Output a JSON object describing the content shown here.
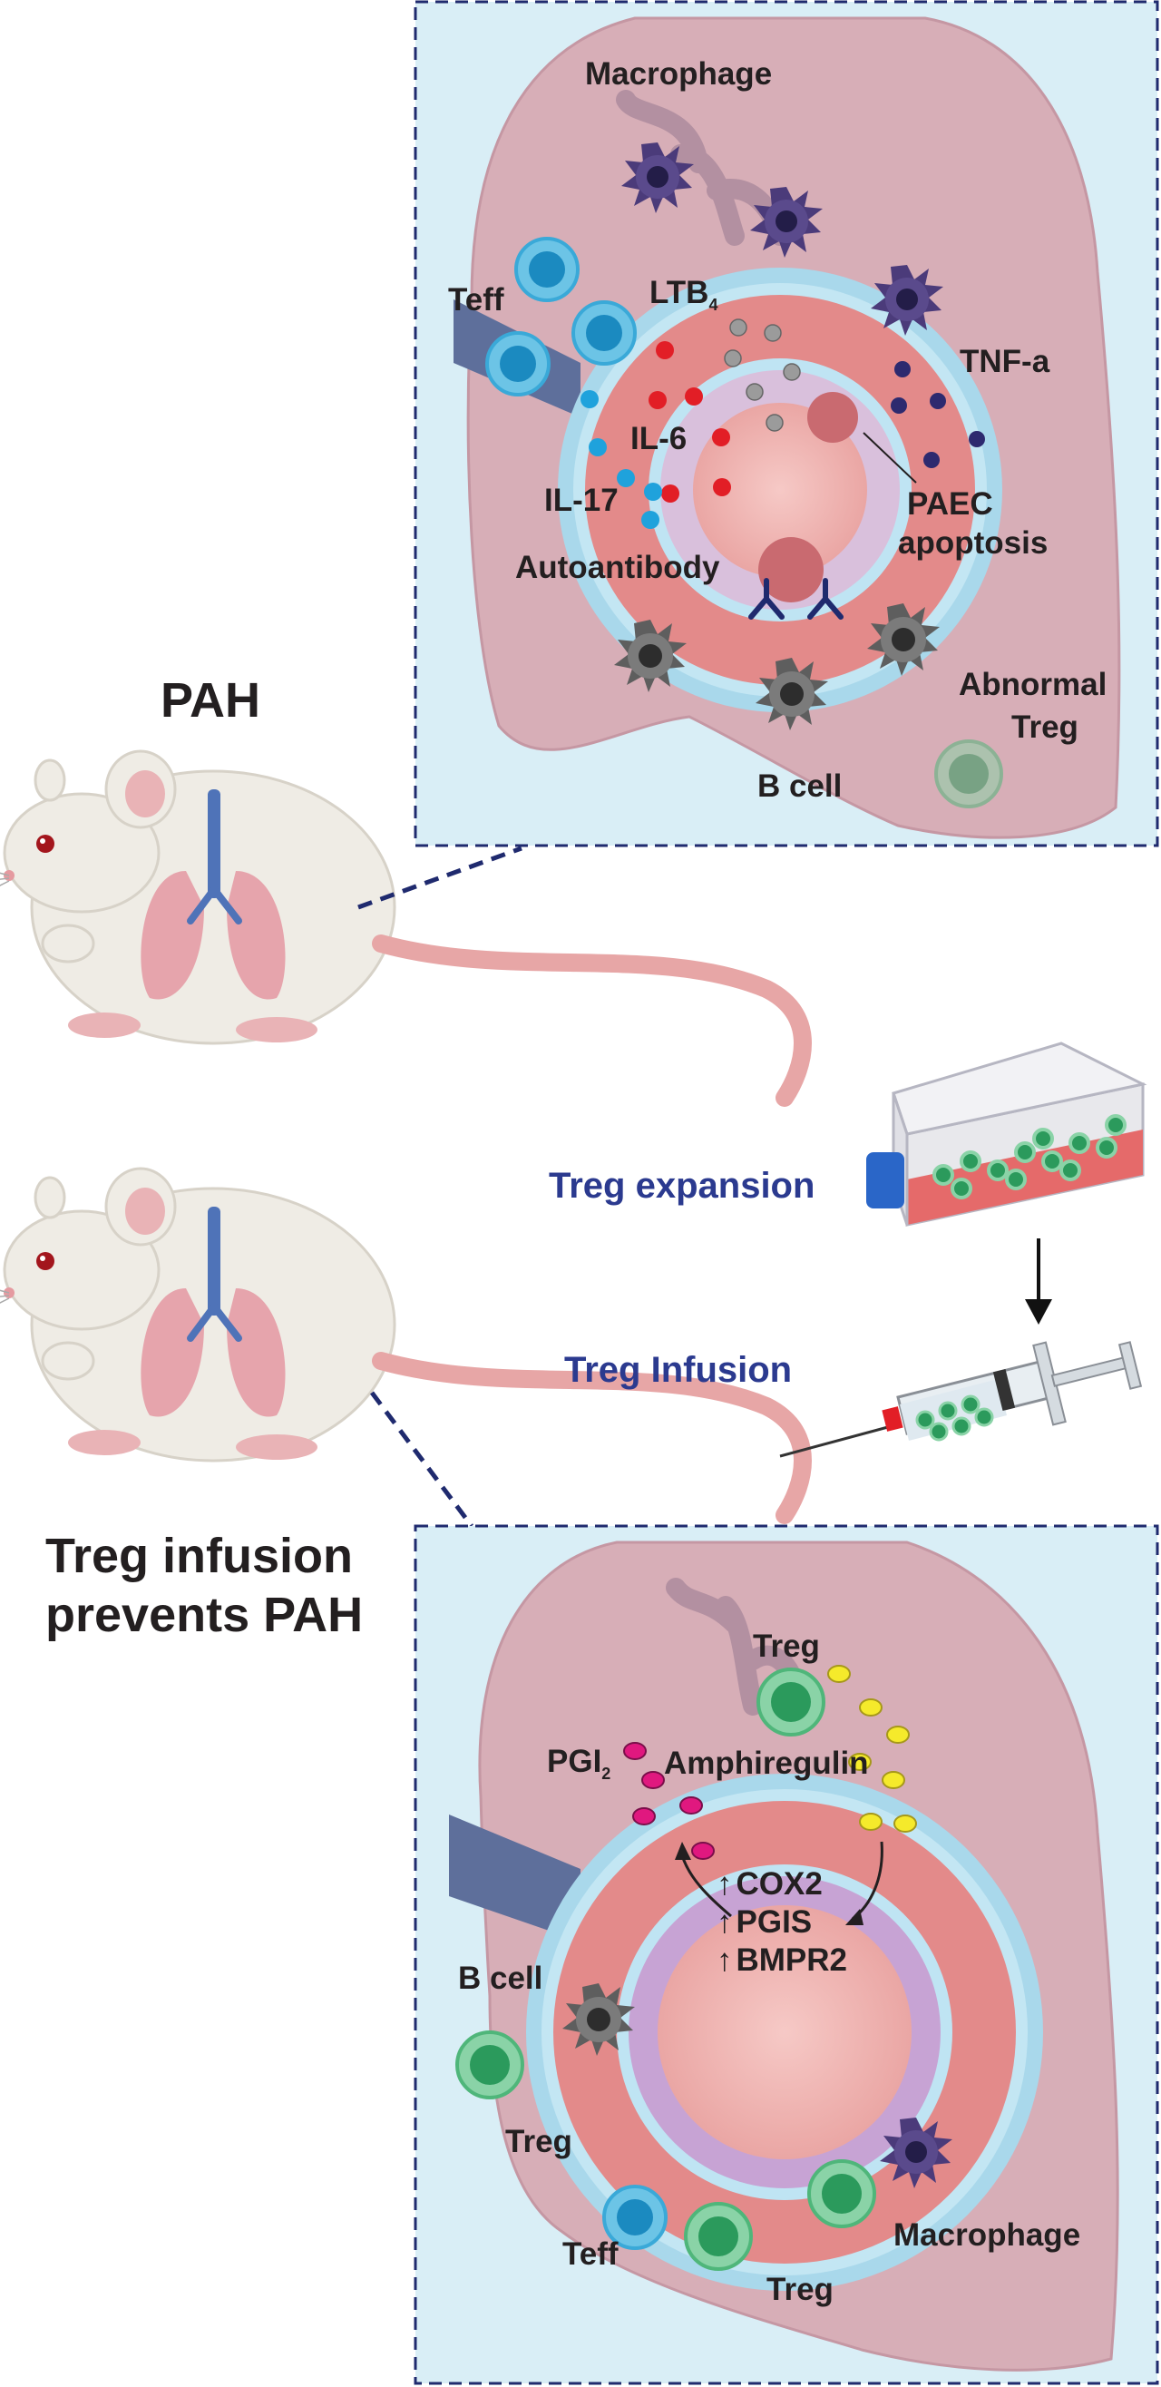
{
  "colors": {
    "panel_bg": "#d9eef6",
    "panel_border": "#1f2a6e",
    "lung": "#d7aeb7",
    "lung_dark": "#c597a3",
    "vessel_outer": "#a9d8eb",
    "vessel_media": "#e38a8a",
    "vessel_intima": "#d9c0dc",
    "lumen": "#f2b9b7",
    "macrophage": "#4b3b7a",
    "b_cell": "#6a6a6a",
    "teff": "#3aa9d8",
    "treg": "#4fb67a",
    "il6_dot": "#e21e26",
    "il17_dot": "#1fa2dc",
    "ltb4_dot": "#9b9b9b",
    "tnf_dot": "#2d2a6f",
    "pgi2_dot": "#e0187f",
    "amphiregulin_dot": "#f5ea2b",
    "title_blue": "#2b3a8f"
  },
  "left": {
    "pah_title": "PAH",
    "prevents_title_line1": "Treg infusion",
    "prevents_title_line2": "prevents PAH"
  },
  "top_panel": {
    "macrophage": "Macrophage",
    "teff": "Teff",
    "ltb4": "LTB",
    "ltb4_sub": "4",
    "tnf": "TNF-a",
    "il6": "IL-6",
    "il17": "IL-17",
    "paec_line1": "PAEC",
    "paec_line2": "apoptosis",
    "autoantibody": "Autoantibody",
    "abnormal_treg_line1": "Abnormal",
    "abnormal_treg_line2": "Treg",
    "b_cell": "B cell"
  },
  "middle": {
    "treg_expansion": "Treg expansion",
    "treg_infusion": "Treg Infusion"
  },
  "bottom_panel": {
    "treg_top": "Treg",
    "amphiregulin": "Amphiregulin",
    "pgi2": "PGI",
    "pgi2_sub": "2",
    "cox2": "COX2",
    "pgis": "PGIS",
    "bmpr2": "BMPR2",
    "up_arrow": "↑",
    "b_cell": "B cell",
    "treg_left": "Treg",
    "teff": "Teff",
    "treg_bottom": "Treg",
    "macrophage": "Macrophage"
  }
}
